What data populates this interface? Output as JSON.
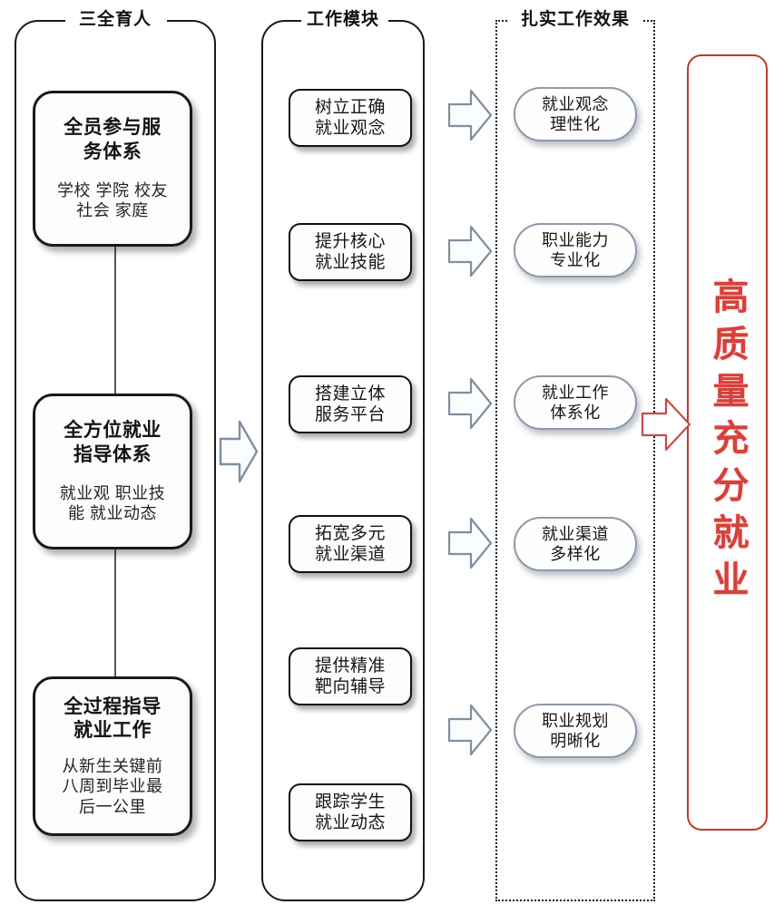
{
  "diagram": {
    "title_columns": [
      {
        "key": "col1",
        "label": "三全育人"
      },
      {
        "key": "col2",
        "label": "工作模块"
      },
      {
        "key": "col3",
        "label": "扎实工作效果"
      }
    ],
    "pillars": [
      {
        "title": "全员参与服\n务体系",
        "title_lines": [
          "全员参与服",
          "务体系"
        ],
        "subtitle_lines": [
          "学校 学院 校友",
          "社会 家庭"
        ]
      },
      {
        "title": "全方位就业\n指导体系",
        "title_lines": [
          "全方位就业",
          "指导体系"
        ],
        "subtitle_lines": [
          "就业观 职业技",
          "能 就业动态"
        ]
      },
      {
        "title": "全过程指导\n就业工作",
        "title_lines": [
          "全过程指导",
          "就业工作"
        ],
        "subtitle_lines": [
          "从新生关键前",
          "八周到毕业最",
          "后一公里"
        ]
      }
    ],
    "modules": [
      {
        "lines": [
          "树立正确",
          "就业观念"
        ]
      },
      {
        "lines": [
          "提升核心",
          "就业技能"
        ]
      },
      {
        "lines": [
          "搭建立体",
          "服务平台"
        ]
      },
      {
        "lines": [
          "拓宽多元",
          "就业渠道"
        ]
      },
      {
        "lines": [
          "提供精准",
          "靶向辅导"
        ]
      },
      {
        "lines": [
          "跟踪学生",
          "就业动态"
        ]
      }
    ],
    "results": [
      {
        "lines": [
          "就业观念",
          "理性化"
        ]
      },
      {
        "lines": [
          "职业能力",
          "专业化"
        ]
      },
      {
        "lines": [
          "就业工作",
          "体系化"
        ]
      },
      {
        "lines": [
          "就业渠道",
          "多样化"
        ]
      },
      {
        "lines": [
          "职业规划",
          "明晰化"
        ]
      }
    ],
    "goal": {
      "text": "高质量充分就业"
    },
    "arrows": [
      {
        "name": "arrow-pillars-to-modules",
        "color": "#7f8fa0"
      },
      {
        "name": "arrow-module-to-result-1",
        "color": "#7f8fa0"
      },
      {
        "name": "arrow-module-to-result-2",
        "color": "#7f8fa0"
      },
      {
        "name": "arrow-module-to-result-3",
        "color": "#7f8fa0"
      },
      {
        "name": "arrow-module-to-result-4",
        "color": "#7f8fa0"
      },
      {
        "name": "arrow-module-to-result-5",
        "color": "#7f8fa0"
      },
      {
        "name": "arrow-results-to-goal",
        "color": "#cc4b42"
      }
    ],
    "colors": {
      "frame_border": "#1a1a1a",
      "module_border": "#111111",
      "pill_border": "#8d9aa8",
      "goal_border": "#c0392b",
      "goal_text": "#d6413a",
      "arrow_gray": "#7f8fa0",
      "arrow_red": "#cc4b42"
    }
  }
}
